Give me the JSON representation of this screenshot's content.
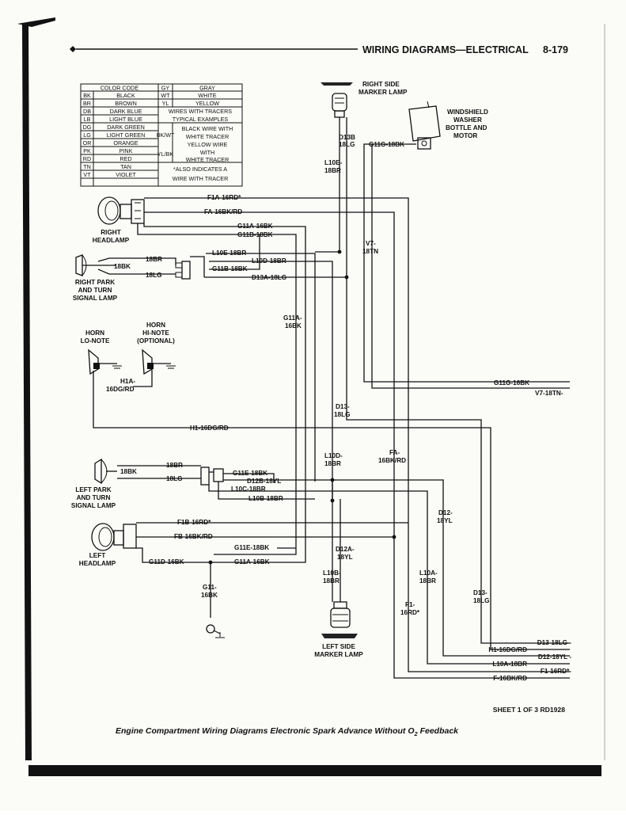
{
  "header": {
    "title": "WIRING DIAGRAMS—ELECTRICAL",
    "page_number": "8-179"
  },
  "color_code": {
    "title": "COLOR CODE",
    "rows": [
      {
        "code": "BK",
        "name": "BLACK",
        "code2": "GY",
        "name2": "GRAY"
      },
      {
        "code": "BR",
        "name": "BROWN",
        "code2": "WT",
        "name2": "WHITE"
      },
      {
        "code": "DB",
        "name": "DARK BLUE",
        "code2": "YL",
        "name2": "YELLOW"
      },
      {
        "code": "LB",
        "name": "LIGHT BLUE",
        "code2": "",
        "name2": ""
      },
      {
        "code": "DG",
        "name": "DARK GREEN",
        "code2": "",
        "name2": ""
      },
      {
        "code": "LG",
        "name": "LIGHT GREEN",
        "code2": "",
        "name2": ""
      },
      {
        "code": "OR",
        "name": "ORANGE",
        "code2": "",
        "name2": ""
      },
      {
        "code": "PK",
        "name": "PINK",
        "code2": "",
        "name2": ""
      },
      {
        "code": "RD",
        "name": "RED",
        "code2": "",
        "name2": ""
      },
      {
        "code": "TN",
        "name": "TAN",
        "code2": "",
        "name2": ""
      },
      {
        "code": "VT",
        "name": "VIOLET",
        "code2": "",
        "name2": ""
      }
    ],
    "tracer_note_1": "WIRES WITH TRACERS",
    "tracer_note_2": "TYPICAL EXAMPLES",
    "ex1_code": "BK/WT",
    "ex1_desc_1": "BLACK WIRE WITH",
    "ex1_desc_2": "WHITE TRACER",
    "ex2_code": "YL/BK",
    "ex2_desc_1": "YELLOW WIRE",
    "ex2_desc_2": "WITH",
    "ex2_desc_3": "WHITE TRACER",
    "also_1": "*ALSO INDICATES A",
    "also_2": "WIRE WITH TRACER"
  },
  "components": {
    "right_side_marker_1": "RIGHT SIDE",
    "right_side_marker_2": "MARKER LAMP",
    "washer_1": "WINDSHIELD",
    "washer_2": "WASHER",
    "washer_3": "BOTTLE AND",
    "washer_4": "MOTOR",
    "right_headlamp_1": "RIGHT",
    "right_headlamp_2": "HEADLAMP",
    "right_park_1": "RIGHT PARK",
    "right_park_2": "AND TURN",
    "right_park_3": "SIGNAL LAMP",
    "horn_lo_1": "HORN",
    "horn_lo_2": "LO-NOTE",
    "horn_hi_1": "HORN",
    "horn_hi_2": "HI-NOTE",
    "horn_hi_3": "(OPTIONAL)",
    "left_park_1": "LEFT PARK",
    "left_park_2": "AND TURN",
    "left_park_3": "SIGNAL LAMP",
    "left_headlamp_1": "LEFT",
    "left_headlamp_2": "HEADLAMP",
    "left_side_marker_1": "LEFT SIDE",
    "left_side_marker_2": "MARKER LAMP"
  },
  "wires": {
    "f1a": "F1A-16RD*",
    "fa": "FA-16BK/RD",
    "g11a": "G11A-16BK",
    "g11b": "G11B-18BK",
    "l10e": "L10E-18BR",
    "l10d": "L10D-18BR",
    "g11b_b": "G11B-18BK",
    "d13a": "D13A-18LG",
    "br18_r": "18BR",
    "bk18_r": "18BK",
    "lg18_r": "18LG",
    "d13b_1": "D13B",
    "d13b_2": "18LG",
    "l10e_v1": "L10E-",
    "l10e_v2": "18BR",
    "g11g": "G11G-18BK",
    "v7_1": "V7-",
    "v7_2": "18TN",
    "g11a_v1": "G11A-",
    "g11a_v2": "16BK",
    "h1a_1": "H1A-",
    "h1a_2": "16DG/RD",
    "d13_v1": "D13-",
    "d13_v2": "18LG",
    "g11g_r": "G11G-16BK",
    "v7_r": "V7-18TN-",
    "h1": "H1-16DG/RD",
    "l10d_v1": "L10D-",
    "l10d_v2": "18BR",
    "fa_v1": "FA-",
    "fa_v2": "16BK/RD",
    "br18_l": "18BR",
    "bk18_l": "18BK",
    "lg18_l": "18LG",
    "g11e": "G11E-18BK",
    "d12b": "D12B-18YL",
    "l10c": "L10C-18BR",
    "l10b": "L10B-18BR",
    "d12_v1": "D12-",
    "d12_v2": "18YL",
    "f1b": "F1B-16RD*",
    "fb": "FB-16BK/RD",
    "g11e_b": "G11E-18BK",
    "d12a_1": "D12A-",
    "d12a_2": "18YL",
    "g11d": "G11D-16BK",
    "g11a_b": "G11A-16BK",
    "l10a_1": "L10A-",
    "l10a_2": "18BR",
    "l10b_v1": "L10B-",
    "l10b_v2": "18BR",
    "g11_1": "G11-",
    "g11_2": "16BK",
    "d13_v3": "D13-",
    "d13_v4": "18LG",
    "f1_1": "F1-",
    "f1_2": "16RD*",
    "out_d13": "D13-18LG -",
    "out_h1": "H1-16DG/RD",
    "out_d12": "D12-18YL -",
    "out_l10a": "L10A-18BR",
    "out_f1": "F1-16RD*-",
    "out_f": "F-16BK/RD"
  },
  "footer": {
    "sheet": "SHEET 1 OF 3 RD1928",
    "caption_main": "Engine Compartment Wiring Diagrams Electronic Spark Advance Without O",
    "caption_sub": "2",
    "caption_end": " Feedback"
  }
}
